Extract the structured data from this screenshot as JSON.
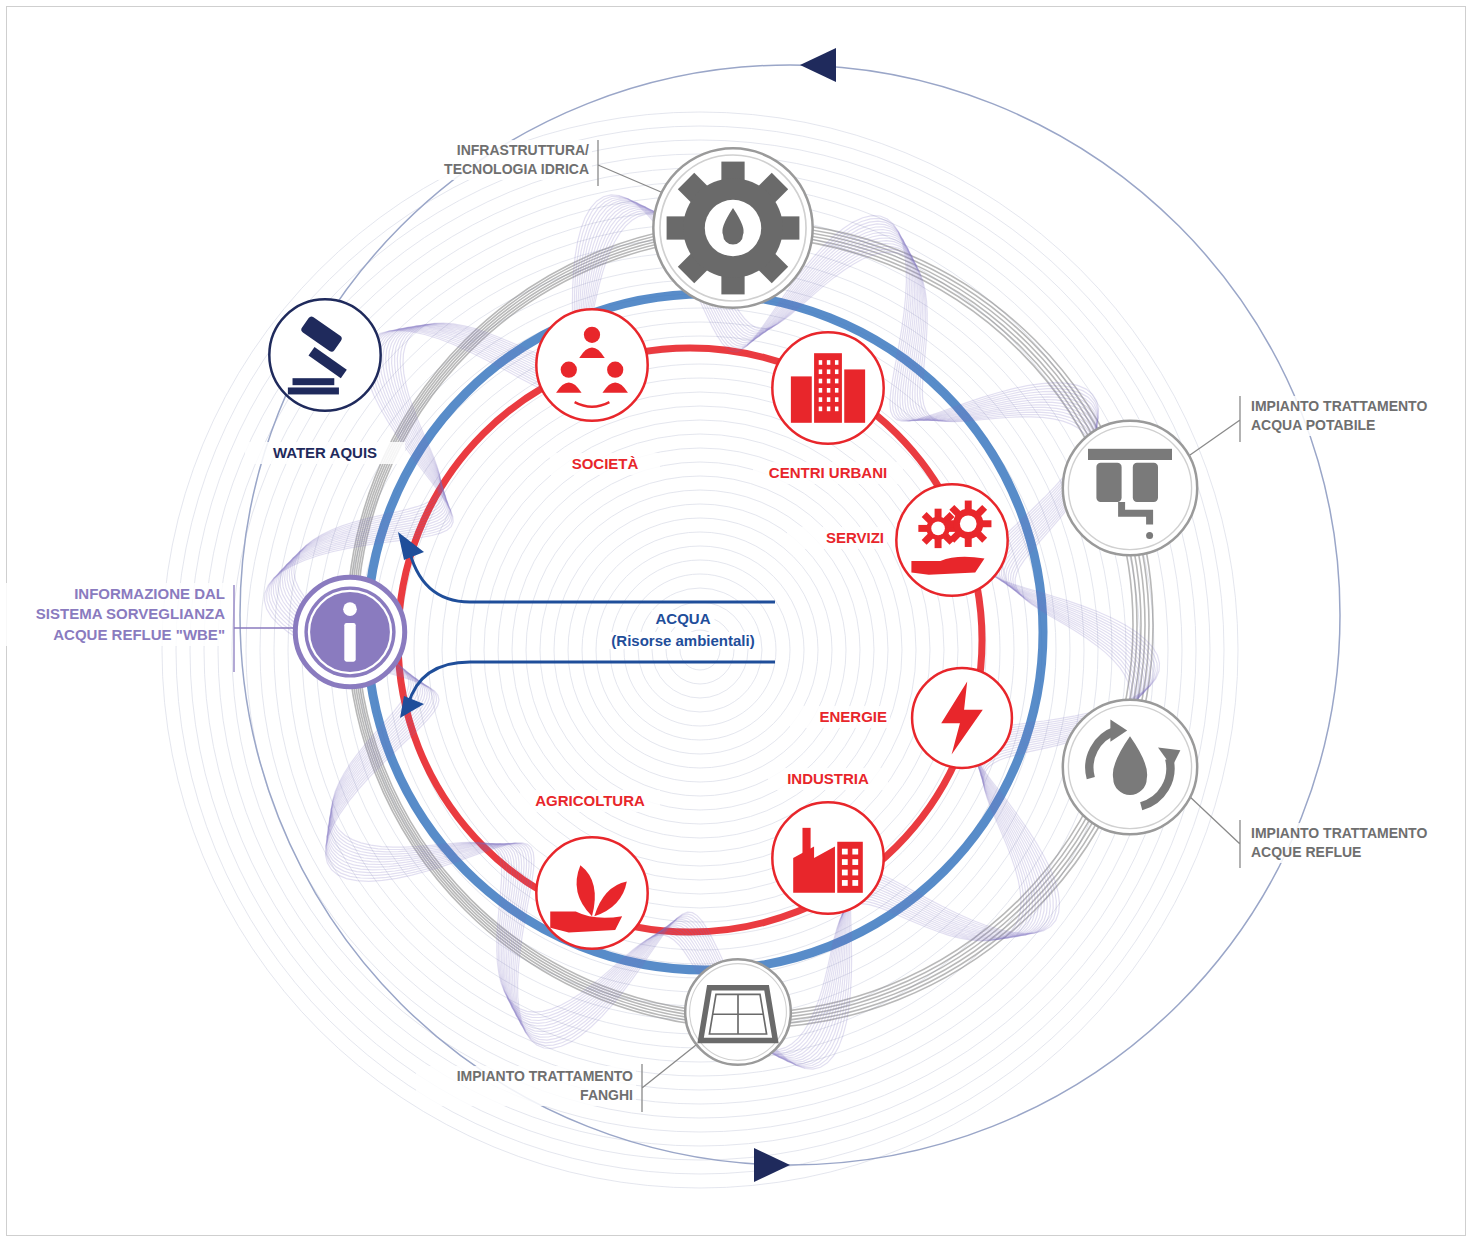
{
  "diagram": {
    "nodes": [
      {
        "text": [
          "WATER AQUIS"
        ]
      },
      {
        "text": [
          "INFRASTRUTTURA/ TECNOLOGIA IDRICA"
        ]
      },
      {
        "text": [
          "SOCIETÀ"
        ]
      },
      {
        "text": [
          "CENTRI URBANI"
        ]
      },
      {
        "text": [
          "SERVIZI"
        ]
      },
      {
        "text": [
          "IMPIANTO TRATTAMENTO ACQUA POTABILE"
        ]
      },
      {
        "text": [
          "INFORMAZIONE DAL SISTEMA SORVEGLIANZA ACQUE REFLUE \"WBE\""
        ]
      },
      {
        "text": [
          "ENERGIE"
        ]
      },
      {
        "text": [
          "IMPIANTO TRATTAMENTO ACQUE REFLUE"
        ]
      },
      {
        "text": [
          "AGRICOLTURA"
        ]
      },
      {
        "text": [
          "INDUSTRIA"
        ]
      },
      {
        "text": [
          "IMPIANTO TRATTAMENTO FANGHI"
        ]
      }
    ],
    "labels": [
      "ACQUA",
      "(Risorse ambientali)"
    ]
  }
}
